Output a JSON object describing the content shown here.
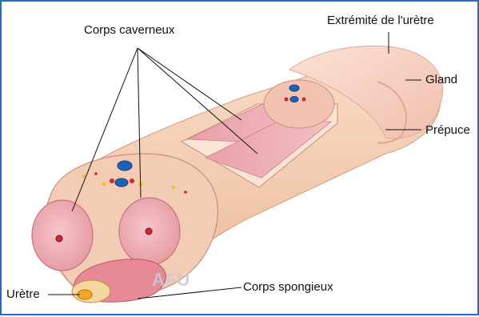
{
  "labels": {
    "corps_caverneux": "Corps caverneux",
    "extremite_uretre": "Extrémité de l'urètre",
    "gland": "Gland",
    "prepuce": "Prépuce",
    "uretre": "Urètre",
    "corps_spongieux": "Corps spongieux"
  },
  "watermark": "AFU",
  "colors": {
    "frame": "#1f6fc4",
    "skin": "#f4cdb3",
    "cavernous": "#f1b2b8",
    "spongy": "#e88a96",
    "artery": "#d9232e",
    "vein": "#1e63b8",
    "nerve": "#f0c419",
    "urethra": "#f5a623"
  }
}
